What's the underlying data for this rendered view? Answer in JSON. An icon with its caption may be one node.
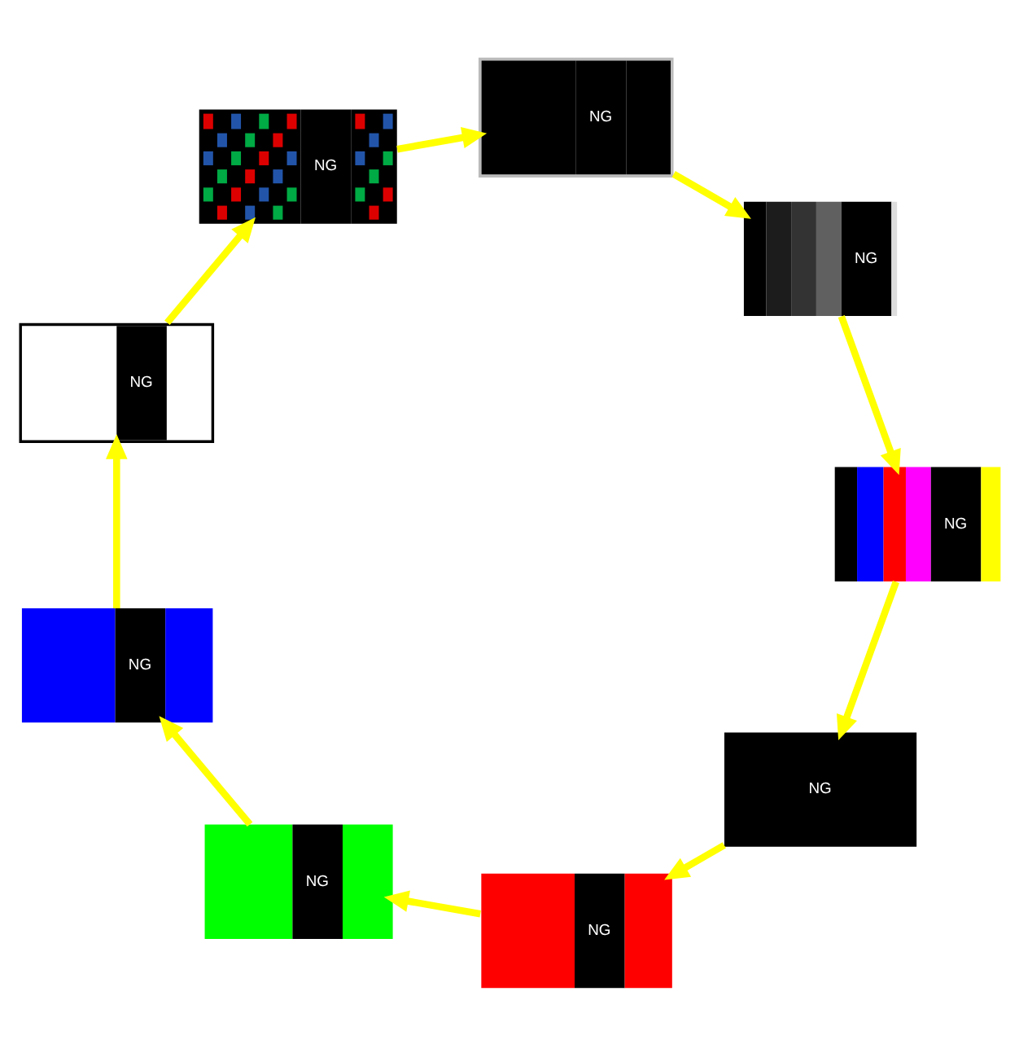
{
  "diagram": {
    "nodes": [
      {
        "text": [
          "NG"
        ]
      },
      {
        "text": [
          "NG"
        ]
      },
      {
        "text": [
          "NG"
        ]
      },
      {
        "text": [
          "NG"
        ]
      },
      {
        "text": [
          "NG"
        ]
      },
      {
        "text": [
          "NG"
        ]
      },
      {
        "text": [
          "NG"
        ]
      },
      {
        "text": [
          "NG"
        ]
      },
      {
        "text": [
          "NG"
        ]
      }
    ],
    "edges": [
      {
        "from": 0,
        "to": 1,
        "arrow": "to"
      },
      {
        "from": 1,
        "to": 2,
        "arrow": "to"
      },
      {
        "from": 2,
        "to": 3,
        "arrow": "to"
      },
      {
        "from": 3,
        "to": 4,
        "arrow": "to"
      },
      {
        "from": 4,
        "to": 5,
        "arrow": "to"
      },
      {
        "from": 5,
        "to": 6,
        "arrow": "to"
      },
      {
        "from": 6,
        "to": 7,
        "arrow": "to"
      },
      {
        "from": 7,
        "to": 8,
        "arrow": "to"
      },
      {
        "from": 8,
        "to": 0,
        "arrow": "to"
      }
    ]
  }
}
